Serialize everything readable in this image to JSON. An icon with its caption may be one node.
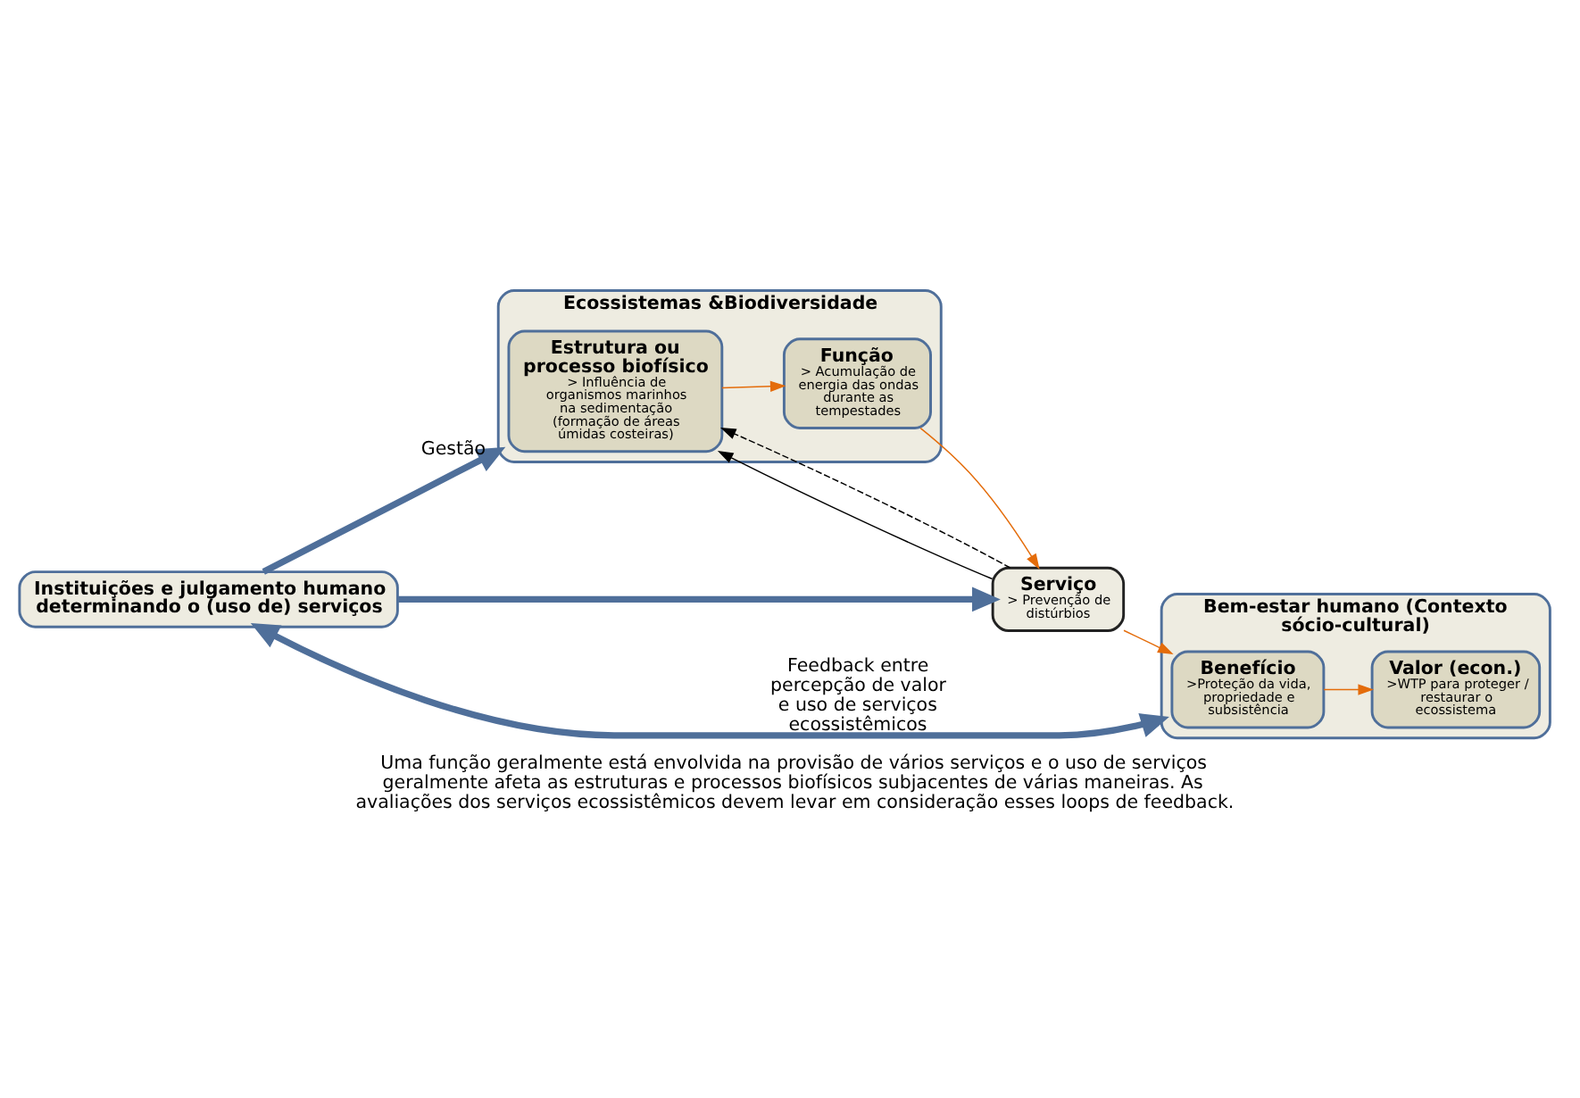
{
  "diagram": {
    "caption": "Uma função geralmente está envolvida na provisão de vários serviços e o uso de serviços geralmente afeta as estruturas e processos biofísicos subjacentes de várias maneiras. As avaliações dos serviços ecossistêmicos devem levar em consideração esses loops de feedback.",
    "nodes": [
      {
        "text": [
          "Instituições e julgamento humano determinando o (uso de) serviços"
        ]
      },
      {
        "text": [
          "Ecossistemas &Biodiversidade"
        ]
      },
      {
        "text": [
          "Estrutura ou processo biofísico",
          "> Influência de organismos marinhos na sedimentação (formação de áreas úmidas costeiras)"
        ],
        "in": 1
      },
      {
        "text": [
          "Função",
          "> Acumulação de energia das ondas durante as tempestades"
        ],
        "in": 1
      },
      {
        "text": [
          "Serviço",
          "> Prevenção de distúrbios"
        ]
      },
      {
        "text": [
          "Bem-estar humano (Contexto sócio-cultural)"
        ]
      },
      {
        "text": [
          "Benefício",
          ">Proteção da vida, propriedade e subsistência"
        ],
        "in": 5
      },
      {
        "text": [
          "Valor (econ.)",
          ">WTP para proteger / restaurar o ecossistema"
        ],
        "in": 5
      }
    ],
    "edges": [
      {
        "from": 0,
        "to": 1,
        "arrow": "to",
        "label": "Gestão",
        "style": "thick",
        "color": "#4f6f9a"
      },
      {
        "from": 0,
        "to": 4,
        "arrow": "to",
        "style": "thick",
        "color": "#4f6f9a"
      },
      {
        "from": 5,
        "to": 0,
        "arrow": "both",
        "label": "Feedback entre percepção de valor e uso de serviços ecossistêmicos",
        "style": "thick",
        "color": "#4f6f9a"
      },
      {
        "from": 2,
        "to": 3,
        "arrow": "to",
        "color": "#e46c0a"
      },
      {
        "from": 3,
        "to": 4,
        "arrow": "to",
        "color": "#e46c0a"
      },
      {
        "from": 4,
        "to": 6,
        "arrow": "to",
        "color": "#e46c0a"
      },
      {
        "from": 6,
        "to": 7,
        "arrow": "to",
        "color": "#e46c0a"
      },
      {
        "from": 4,
        "to": 2,
        "arrow": "to",
        "color": "#000000"
      },
      {
        "from": 4,
        "to": 2,
        "arrow": "to",
        "style": "dashed",
        "color": "#000000"
      }
    ]
  }
}
